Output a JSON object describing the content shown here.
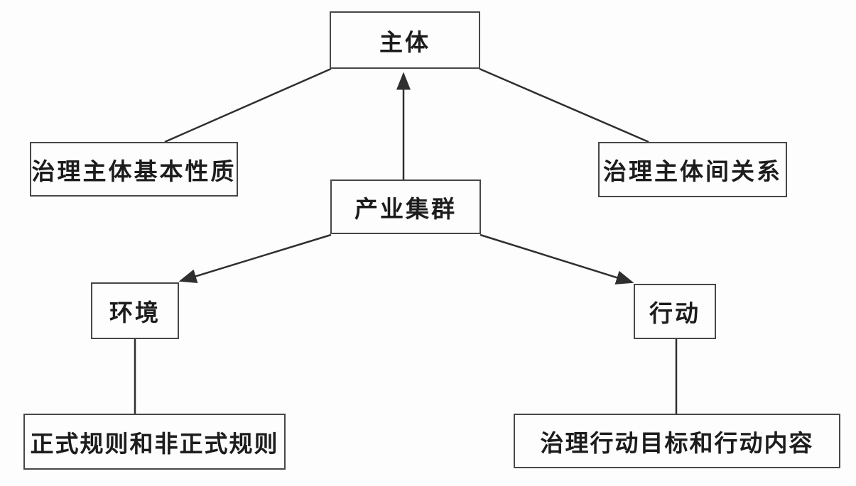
{
  "diagram": {
    "nodes": {
      "subject": {
        "label": "主体"
      },
      "governance_subject_nature": {
        "label": "治理主体基本性质"
      },
      "governance_subject_relations": {
        "label": "治理主体间关系"
      },
      "industrial_cluster": {
        "label": "产业集群"
      },
      "environment": {
        "label": "环境"
      },
      "action": {
        "label": "行动"
      },
      "formal_and_informal_rules": {
        "label": "正式规则和非正式规则"
      },
      "governance_action_goals_content": {
        "label": "治理行动目标和行动内容"
      }
    },
    "edges": [
      {
        "from": "industrial_cluster",
        "to": "subject",
        "arrow": true
      },
      {
        "from": "subject",
        "to": "governance_subject_nature",
        "arrow": false
      },
      {
        "from": "subject",
        "to": "governance_subject_relations",
        "arrow": false
      },
      {
        "from": "industrial_cluster",
        "to": "environment",
        "arrow": true
      },
      {
        "from": "industrial_cluster",
        "to": "action",
        "arrow": true
      },
      {
        "from": "environment",
        "to": "formal_and_informal_rules",
        "arrow": false
      },
      {
        "from": "action",
        "to": "governance_action_goals_content",
        "arrow": false
      }
    ],
    "colors": {
      "line": "#2f2f2f",
      "box_border": "#474747",
      "text": "#1c1c1c",
      "background": "#fdfdfd"
    }
  }
}
